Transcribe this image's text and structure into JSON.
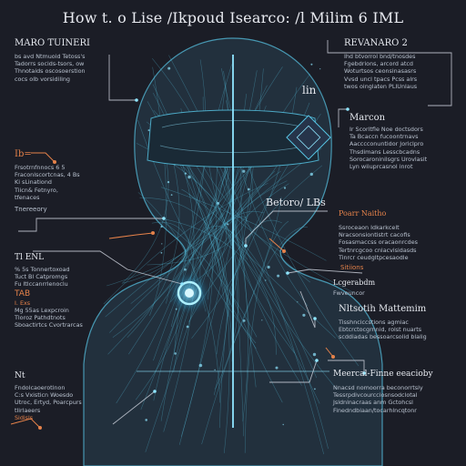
{
  "title": "How t. o Lise /Ikpoud Isearco: /l Milim 6 IML",
  "colors": {
    "background": "#1b1d26",
    "cyan": "#58c8e8",
    "orange": "#e5824a",
    "text": "#d8dde6"
  },
  "panels": {
    "top_left": {
      "heading": "MARO TUINERI",
      "lines": [
        "bs avd Ntmuoid Tetoss's",
        "Tadorrs socids-tsors, ow",
        "Thnotaids oscosoerstion",
        "cocs olb vorsidiling"
      ]
    },
    "top_right": {
      "heading": "REVANARO 2",
      "lines": [
        "Ihd btvorrol bnd/tnosdes",
        "Fgebdrions, arcord atcd",
        "Woturtsos ceonsinasasrs",
        "Vvsd uncl tpacs Pcss alrs",
        "twos oinglaten PLIUnlaus"
      ]
    },
    "mid_right": {
      "heading": "Marcon",
      "lines": [
        "Ir Scoritfle Noe doctsdors",
        "Ta Bcaccn fucoontrnavs",
        "Aacccconuntidor Joriclpro",
        "Thsdimans Lesscbcadns",
        "Sorocaroninilsgrs Urovlasit",
        "Lyn wiiuprcasnol inrot"
      ]
    },
    "mid_right_label": "lin",
    "left_mid": {
      "heading": "Ib=",
      "lines": [
        "Frsotrnfnnocs 6 5",
        "Fraconlscortcnas, 4 Bs",
        "Ki sLinationd",
        "Tiicn& Fetnyro,",
        "tfenaces"
      ]
    },
    "left_mid_label": "Tnereeory",
    "batch_label": "Betoro/ LBs",
    "right_center": {
      "heading": "Poarr Naitho",
      "lines": [
        "Ssroceaon Idkarkcelt",
        "Nracsonsiontistrt cacofis",
        "Fosasmaccss oracaonrcdes",
        "Tertnrcgcoo cnlacvisidasds",
        "Tinrcr ceudgltpcesaodle"
      ]
    },
    "left_lower": {
      "heading": "Tl ENL",
      "lines": [
        "% 5s Tonnertoxoad",
        "Tuct Bl Catpromgs",
        "Fu Itlccanrrlenoclu",
        "TAB",
        "I. Exs",
        "Mg 55as Lexpcroin",
        "Tloroz Pathdtnots",
        "Sboactirtcs Cvortrarcas"
      ]
    },
    "stitions_label": "Sitiions",
    "right_lower_a": {
      "heading": "Lcgerabdm",
      "lines": [
        "Fwveuncor"
      ]
    },
    "right_lower_b": {
      "heading": "Nltsotih Mattemim",
      "lines": [
        "Tisshnciccstions agmiac",
        "Ebtcrctocgrnnid, rolst nuarts",
        "scddiadas bessoarcsolid blalig"
      ]
    },
    "right_bottom": {
      "heading": "Meercal-Finne eeacioby",
      "lines": [
        "Nnacsd nomoorra beconorrtsly",
        "Tessrpdivcourcciosnsodclotal",
        "Jsldnlnacraas anm Gctohcsl",
        "Finedndbiaan/tocarhlncqtonr"
      ]
    },
    "bottom_left": {
      "heading": "Nt",
      "lines": [
        "Fndolcaoerotinon",
        "C:s Vxisticn Woesdo",
        "Utroc, Ertyd, Poarcpurs",
        "tlirlaeers",
        "Sidisls"
      ]
    }
  }
}
